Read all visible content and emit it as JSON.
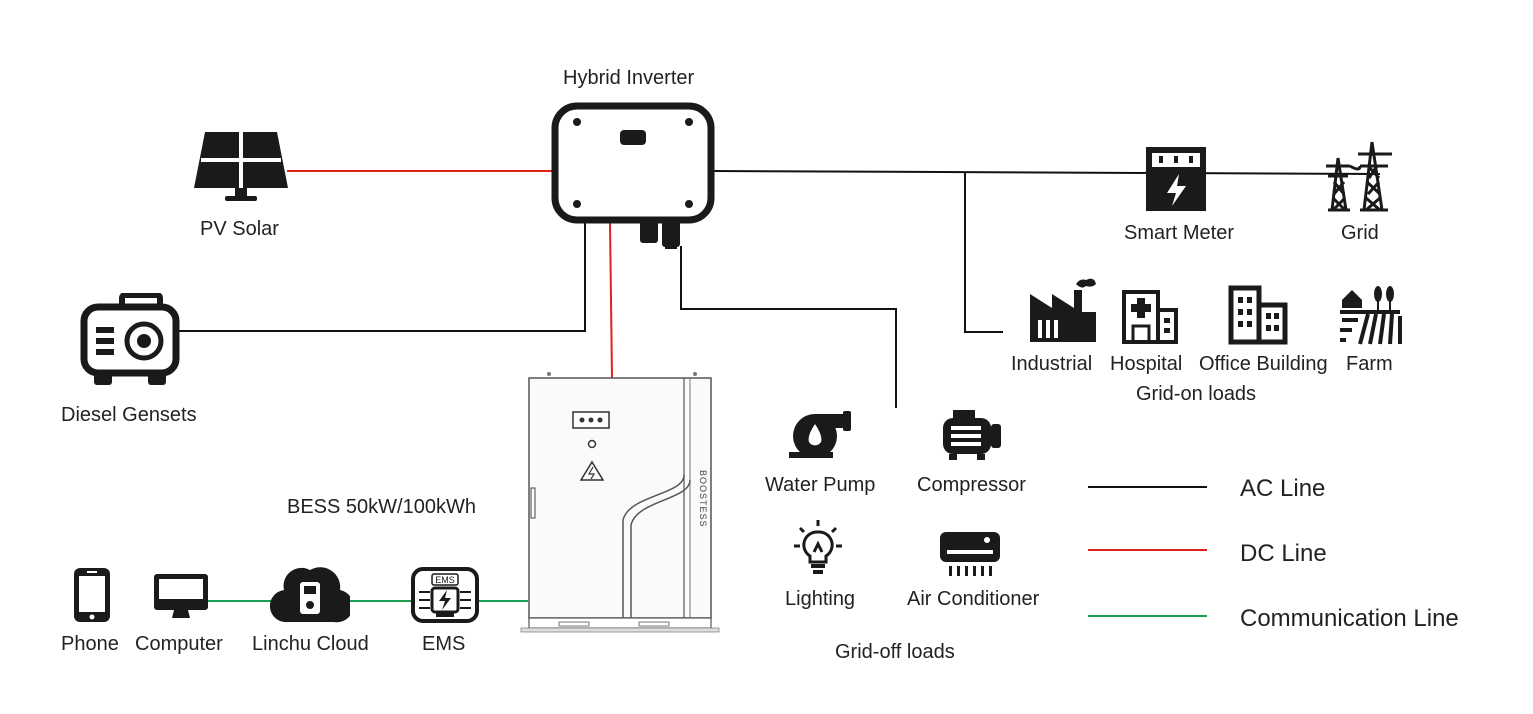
{
  "labels": {
    "hybrid_inverter": "Hybrid Inverter",
    "pv_solar": "PV Solar",
    "diesel_gensets": "Diesel Gensets",
    "bess": "BESS 50kW/100kWh",
    "smart_meter": "Smart Meter",
    "grid": "Grid",
    "industrial": "Industrial",
    "hospital": "Hospital",
    "office_building": "Office Building",
    "farm": "Farm",
    "grid_on_loads": "Grid-on loads",
    "water_pump": "Water Pump",
    "compressor": "Compressor",
    "lighting": "Lighting",
    "air_conditioner": "Air Conditioner",
    "grid_off_loads": "Grid-off loads",
    "phone": "Phone",
    "computer": "Computer",
    "linchu_cloud": "Linchu Cloud",
    "ems": "EMS",
    "ems_icon_text": "EMS",
    "cabinet_brand": "BOOSTESS"
  },
  "legend": [
    {
      "label": "AC Line",
      "color": "#111111"
    },
    {
      "label": "DC Line",
      "color": "#e0201b"
    },
    {
      "label": "Communication Line",
      "color": "#1aa050"
    }
  ],
  "colors": {
    "ac": "#111111",
    "dc": "#e0201b",
    "comm": "#1aa050",
    "icon": "#1a1a1a"
  },
  "icons": {
    "hybrid_inverter": "inverter-icon",
    "pv_solar": "solar-panel-icon",
    "diesel_gensets": "generator-icon",
    "bess": "battery-cabinet-icon",
    "smart_meter": "smart-meter-icon",
    "grid": "transmission-tower-icon",
    "industrial": "factory-icon",
    "hospital": "hospital-icon",
    "office_building": "office-building-icon",
    "farm": "farm-icon",
    "water_pump": "water-pump-icon",
    "compressor": "compressor-icon",
    "lighting": "light-bulb-icon",
    "air_conditioner": "air-conditioner-icon",
    "phone": "phone-icon",
    "computer": "computer-icon",
    "linchu_cloud": "cloud-icon",
    "ems": "ems-icon"
  }
}
